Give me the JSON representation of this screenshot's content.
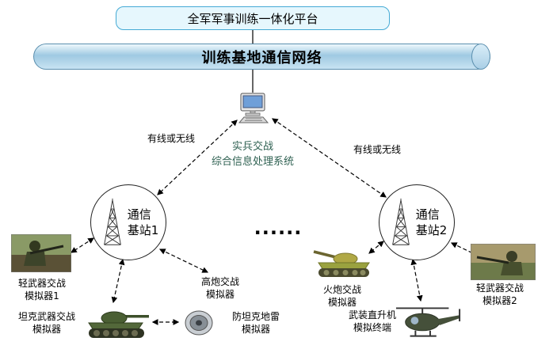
{
  "platform": {
    "title": "全军军事训练一体化平台"
  },
  "network": {
    "label": "训练基地通信网络"
  },
  "processor": {
    "line1": "实兵交战",
    "line2": "综合信息处理系统"
  },
  "links": {
    "left_label": "有线或无线",
    "right_label": "有线或无线"
  },
  "stations": {
    "station1": {
      "line1": "通信",
      "line2": "基站1"
    },
    "station2": {
      "line1": "通信",
      "line2": "基站2"
    }
  },
  "ellipsis": "......",
  "terminals": {
    "light_weapon_1": {
      "line1": "轻武器交战",
      "line2": "模拟器1",
      "icon": "soldier-photo"
    },
    "tank_weapon": {
      "line1": "坦克武器交战",
      "line2": "模拟器",
      "icon": "tank-photo"
    },
    "aa_gun": {
      "line1": "高炮交战",
      "line2": "模拟器",
      "icon": "none"
    },
    "anti_tank_mine": {
      "line1": "防坦克地雷",
      "line2": "模拟器",
      "icon": "mine-photo"
    },
    "artillery": {
      "line1": "火炮交战",
      "line2": "模拟器",
      "icon": "artillery-photo"
    },
    "helicopter": {
      "line1": "武装直升机",
      "line2": "模拟终端",
      "icon": "helicopter-photo"
    },
    "light_weapon_2": {
      "line1": "轻武器交战",
      "line2": "模拟器2",
      "icon": "soldier-photo"
    }
  },
  "colors": {
    "platform_box_fill": "#e6f7fd",
    "platform_box_border": "#45aad5",
    "cylinder_fill": "#bcd9ec",
    "cylinder_border": "#5b8fae",
    "processor_text": "#2f6152",
    "line": "#000000"
  }
}
